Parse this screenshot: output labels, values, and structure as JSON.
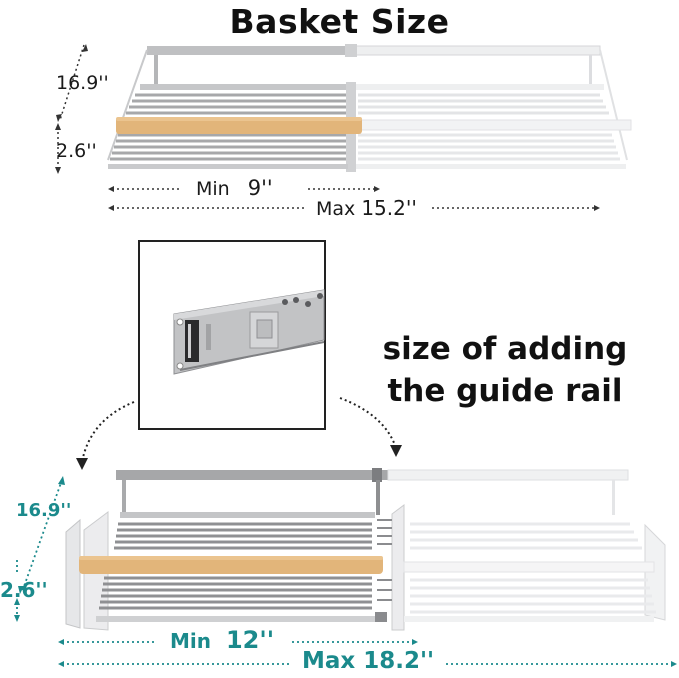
{
  "title": "Basket Size",
  "top_basket": {
    "depth_label": "16.9''",
    "height_label": "2.6''",
    "min_label": "Min",
    "min_value": "9''",
    "max_label": "Max",
    "max_value": "15.2''",
    "label_color": "#1a1a1a"
  },
  "guide_rail": {
    "caption_line1": "size of adding",
    "caption_line2": "the guide rail"
  },
  "bottom_basket": {
    "depth_label": "16.9''",
    "height_label": "2.6''",
    "min_label": "Min",
    "min_value": "12''",
    "max_label": "Max",
    "max_value": "18.2''",
    "label_color": "#1b8a8c"
  },
  "colors": {
    "wood_handle": "#e2b57a",
    "steel": "#a9aaac",
    "ghost_steel": "#e6e7e8",
    "teal": "#1b8a8c"
  }
}
